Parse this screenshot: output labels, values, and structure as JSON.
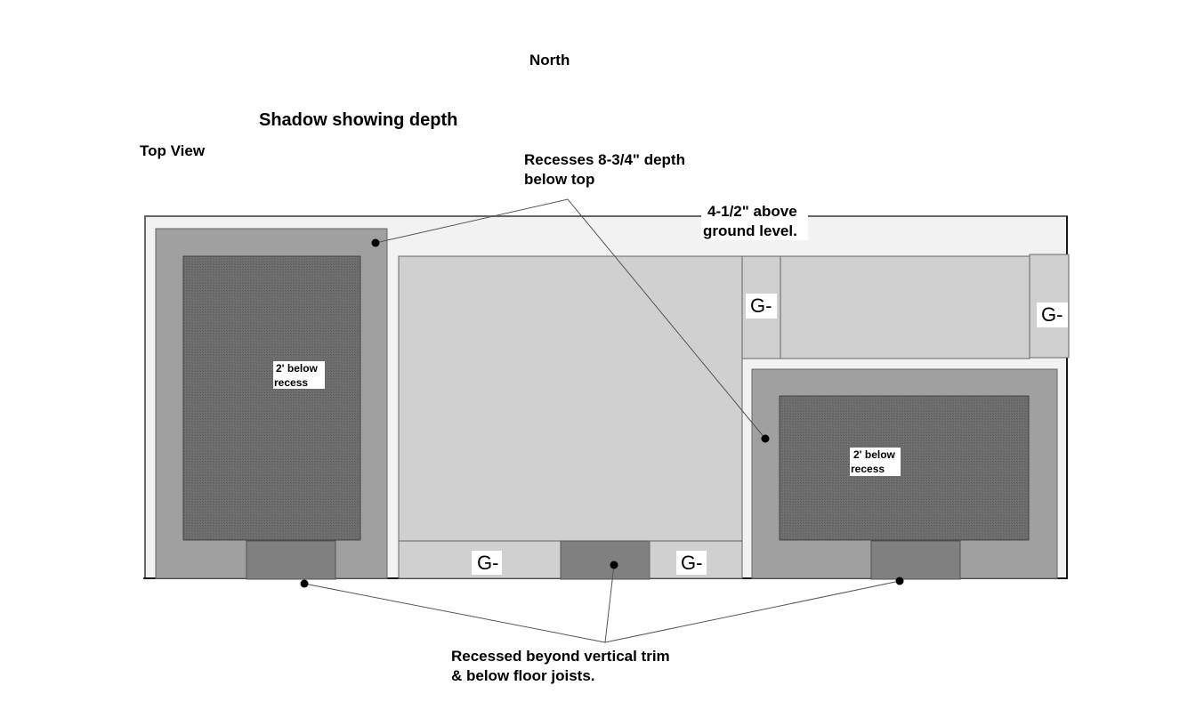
{
  "diagram": {
    "title": "Shadow showing depth",
    "view_label": "Top View",
    "orientation_label": "North",
    "annotations": {
      "recesses_depth_line1": "Recesses 8-3/4\" depth",
      "recesses_depth_line2": "below top",
      "above_ground_line1": "4-1/2\" above",
      "above_ground_line2": "ground level.",
      "recessed_beyond_line1": "Recessed beyond vertical trim",
      "recessed_beyond_line2": "& below floor joists."
    },
    "pits": [
      {
        "label_line1": "2' below",
        "label_line2": "recess"
      },
      {
        "label_line1": "2' below",
        "label_line2": "recess"
      }
    ],
    "g_labels": [
      "G-",
      "G-",
      "G-",
      "G-"
    ],
    "colors": {
      "top_surface": "#f2f2f2",
      "recess": "#a0a0a0",
      "pit": "#6e6e6e",
      "panel": "#d0d0d0",
      "trim_notch": "#808080",
      "outline": "#666666"
    }
  }
}
